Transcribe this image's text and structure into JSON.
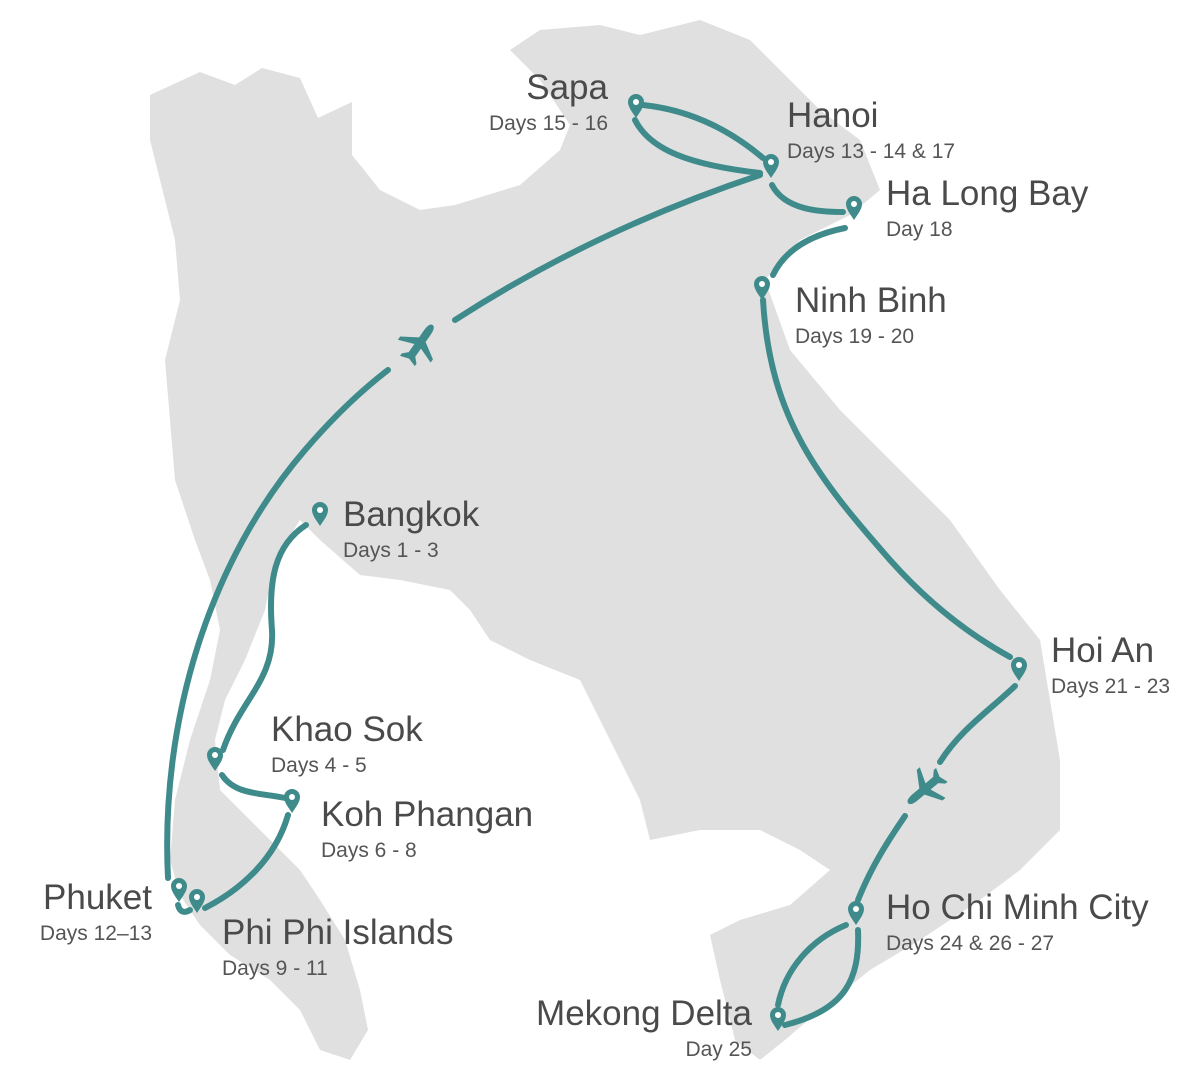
{
  "colors": {
    "route": "#3f8b8b",
    "land": "#e0e0e0",
    "text": "#4a4a4a",
    "background": "#ffffff"
  },
  "icons": {
    "pin": "map-pin-icon",
    "plane": "airplane-icon"
  },
  "stops": [
    {
      "id": "sapa",
      "name": "Sapa",
      "days": "Days 15 - 16"
    },
    {
      "id": "hanoi",
      "name": "Hanoi",
      "days": "Days 13 - 14 & 17"
    },
    {
      "id": "ha-long-bay",
      "name": "Ha Long Bay",
      "days": "Day 18"
    },
    {
      "id": "ninh-binh",
      "name": "Ninh Binh",
      "days": "Days 19 - 20"
    },
    {
      "id": "bangkok",
      "name": "Bangkok",
      "days": "Days 1 - 3"
    },
    {
      "id": "hoi-an",
      "name": "Hoi An",
      "days": "Days 21 - 23"
    },
    {
      "id": "khao-sok",
      "name": "Khao Sok",
      "days": "Days 4 - 5"
    },
    {
      "id": "koh-phangan",
      "name": "Koh Phangan",
      "days": "Days 6 - 8"
    },
    {
      "id": "phuket",
      "name": "Phuket",
      "days": "Days 12–13"
    },
    {
      "id": "phi-phi-islands",
      "name": "Phi Phi Islands",
      "days": "Days 9 - 11"
    },
    {
      "id": "ho-chi-minh-city",
      "name": "Ho Chi Minh City",
      "days": "Days 24 & 26 - 27"
    },
    {
      "id": "mekong-delta",
      "name": "Mekong Delta",
      "days": "Day 25"
    }
  ]
}
